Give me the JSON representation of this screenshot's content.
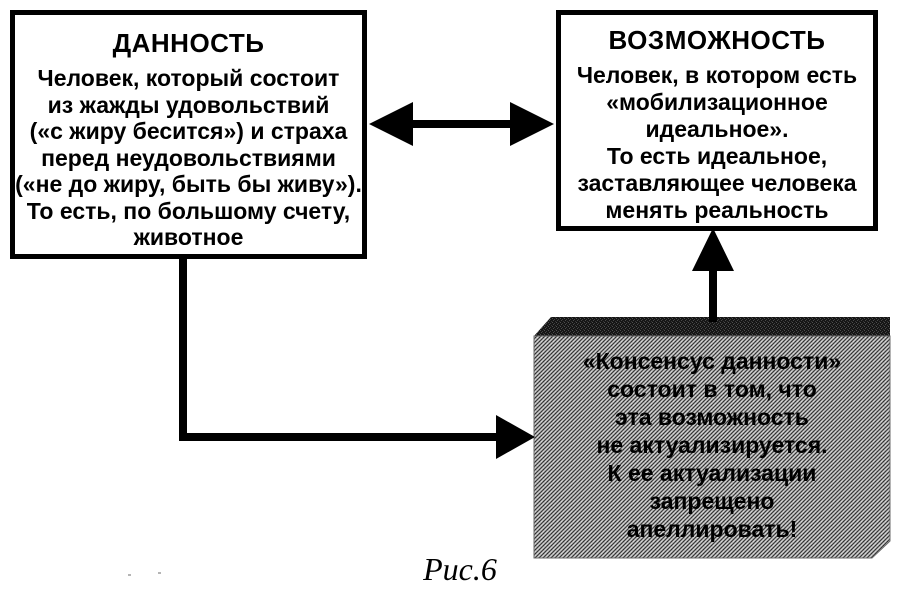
{
  "page": {
    "caption": "Рис.6"
  },
  "boxes": {
    "givenness": {
      "title": "ДАННОСТЬ",
      "body": "Человек, который состоит\nиз жажды удовольствий\n(«с жиру бесится») и страха\nперед неудовольствиями\n(«не до жиру, быть бы живу»).\nТо есть, по большому счету,\nживотное"
    },
    "possibility": {
      "title": "ВОЗМОЖНОСТЬ",
      "body": "Человек, в котором есть\n«мобилизационное\nидеальное».\nТо есть идеальное,\nзаставляющее человека\nменять реальность"
    },
    "consensus": {
      "body": "«Консенсус данности»\nсостоит в том, что\nэта возможность\nне актуализируется.\nК ее актуализации\nзапрещено\nапеллировать!"
    }
  },
  "connectors": [
    {
      "name": "double-arrow",
      "type": "bidirectional",
      "from": "givenness",
      "to": "possibility"
    },
    {
      "name": "elbow-arrow",
      "type": "one-way",
      "from": "givenness",
      "to": "consensus"
    },
    {
      "name": "up-arrow",
      "type": "one-way",
      "from": "consensus",
      "to": "possibility"
    }
  ],
  "colors": {
    "ink": "#000000",
    "paper": "#ffffff",
    "slab_gray": "#949494",
    "slab_dark": "#161616"
  }
}
